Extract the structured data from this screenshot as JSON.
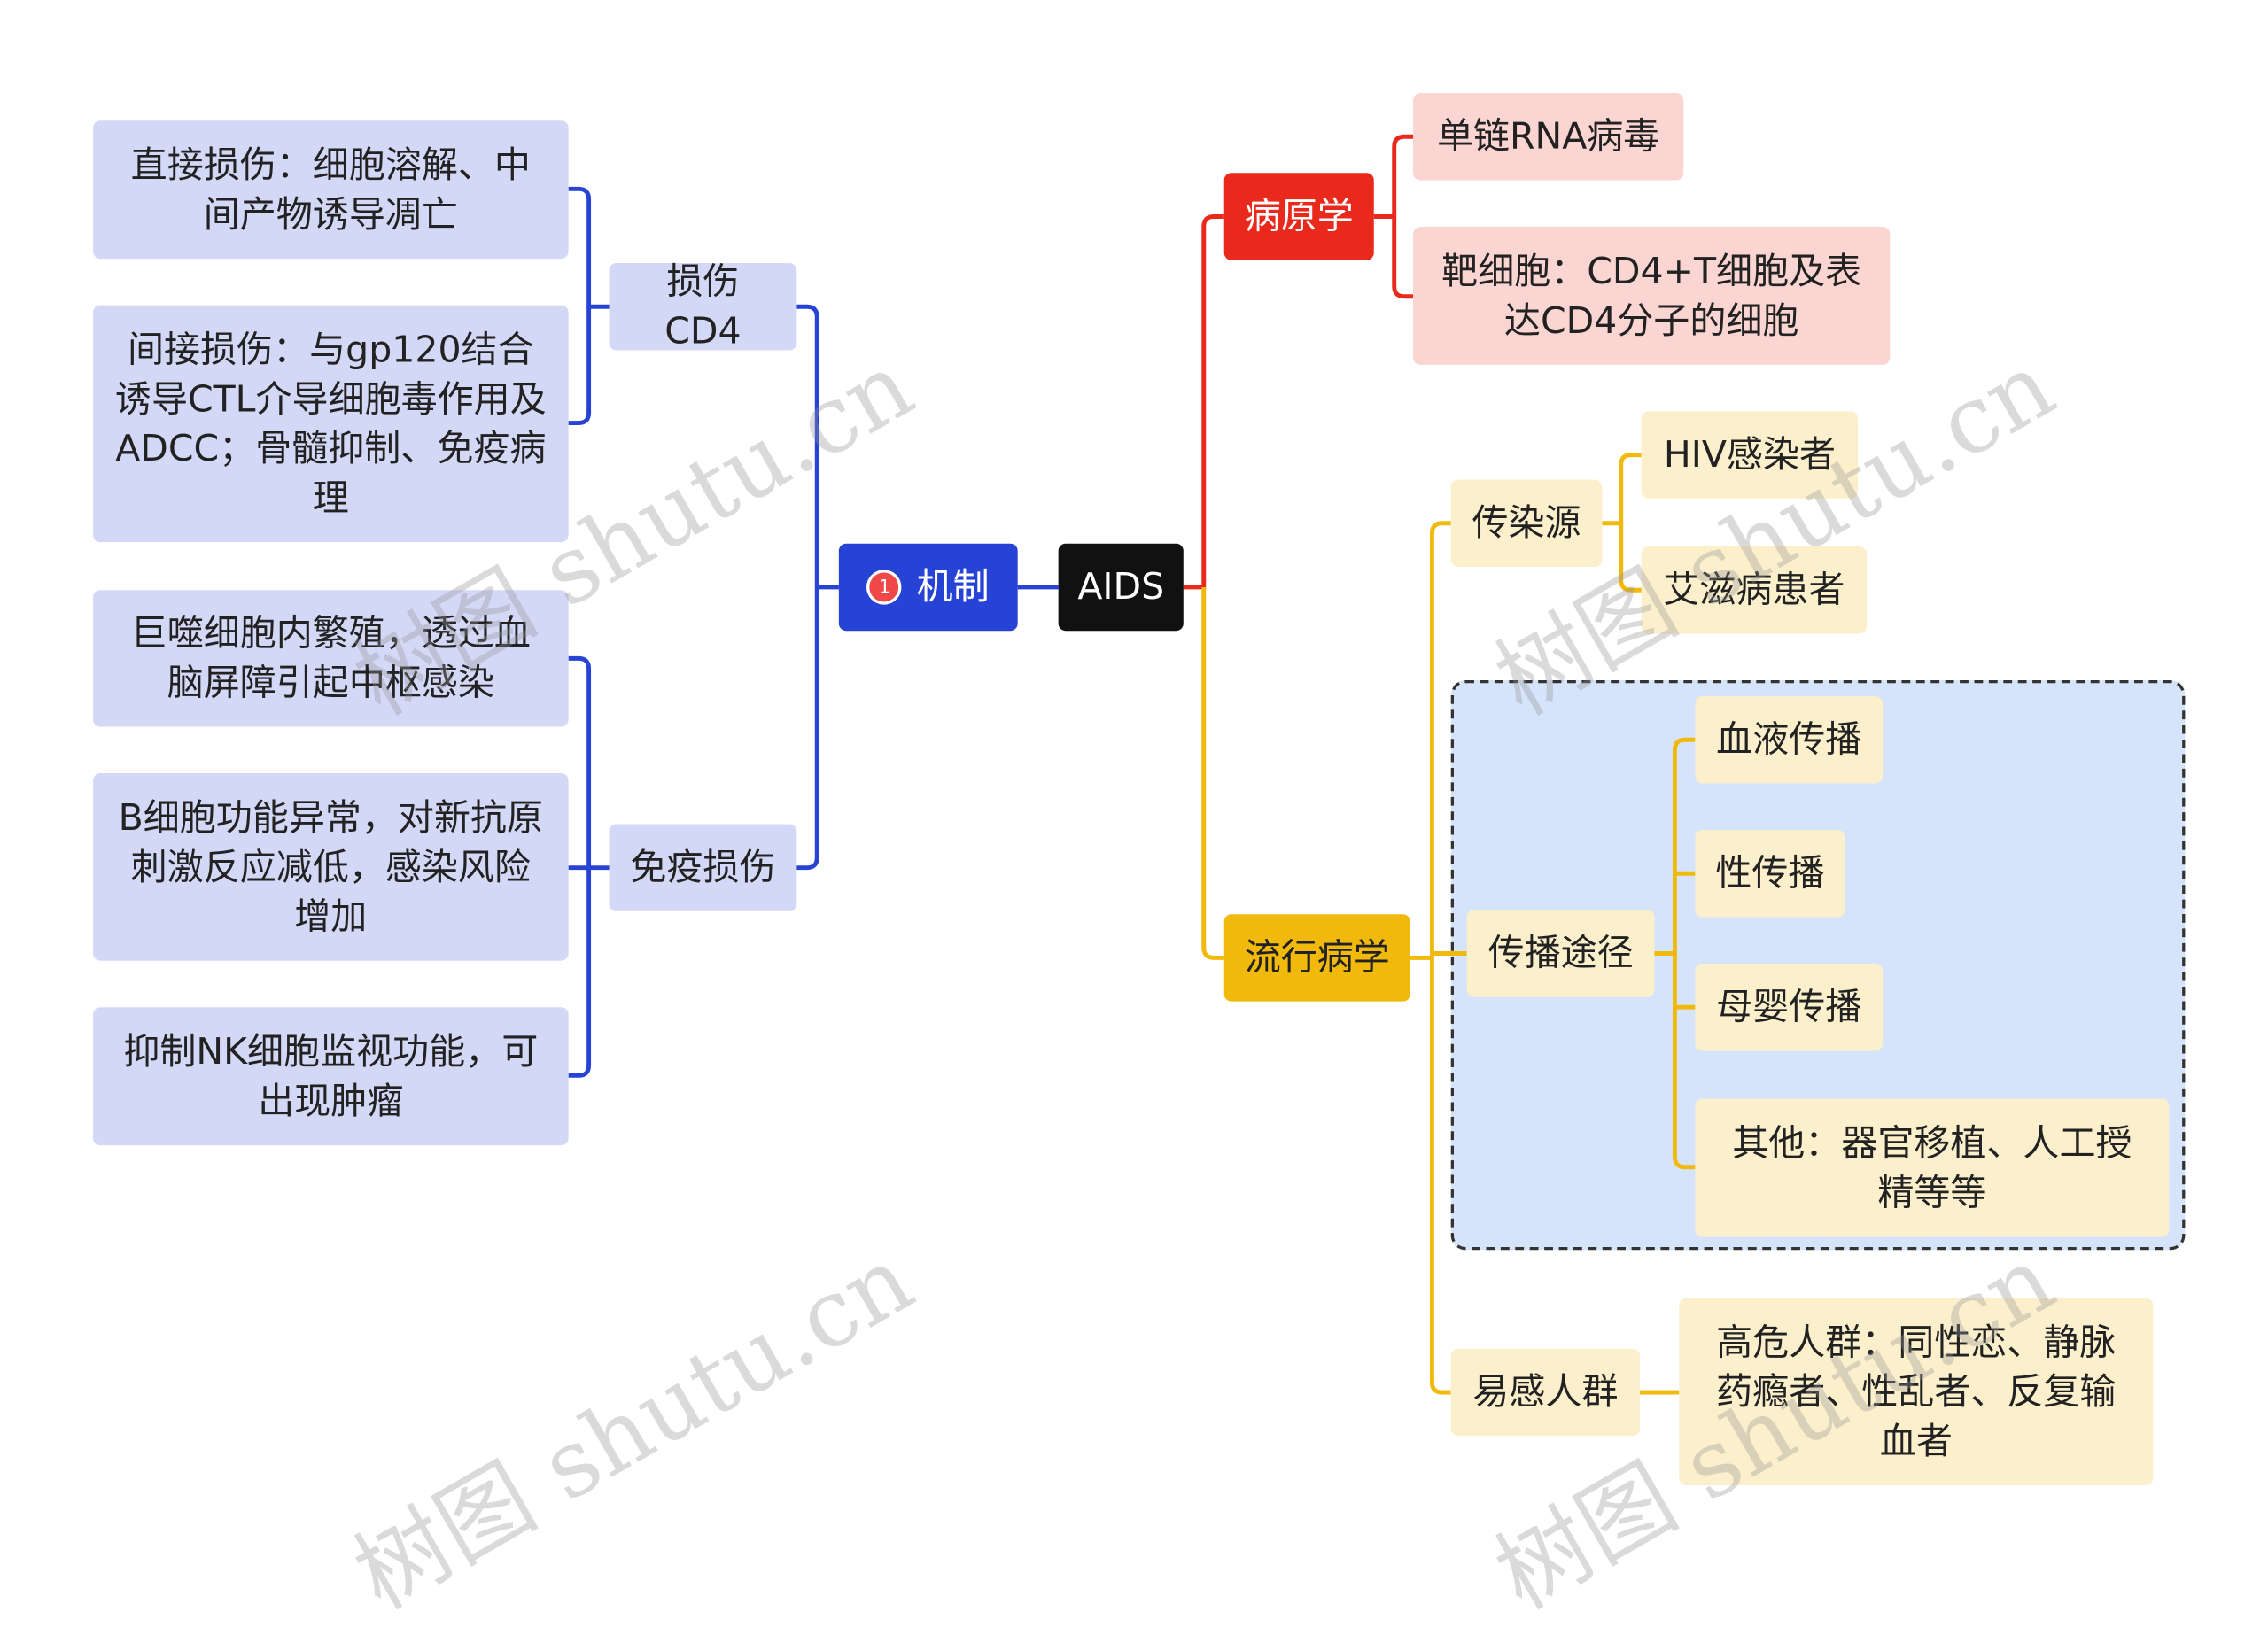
{
  "root": {
    "label": "AIDS"
  },
  "mechanism": {
    "label": "机制",
    "badge": "1",
    "branches": [
      {
        "label": "损伤CD4",
        "children": [
          "直接损伤：细胞溶解、中间产物诱导凋亡",
          "间接损伤：与gp120结合诱导CTL介导细胞毒作用及ADCC；骨髓抑制、免疫病理"
        ]
      },
      {
        "label": "免疫损伤",
        "children": [
          "巨噬细胞内繁殖，透过血脑屏障引起中枢感染",
          "B细胞功能异常，对新抗原刺激反应减低，感染风险增加",
          "抑制NK细胞监视功能，可出现肿瘤"
        ]
      }
    ]
  },
  "etiology": {
    "label": "病原学",
    "children": [
      "单链RNA病毒",
      "靶细胞：CD4+T细胞及表达CD4分子的细胞"
    ]
  },
  "epidemiology": {
    "label": "流行病学",
    "source": {
      "label": "传染源",
      "children": [
        "HIV感染者",
        "艾滋病患者"
      ]
    },
    "route": {
      "label": "传播途径",
      "children": [
        "血液传播",
        "性传播",
        "母婴传播",
        "其他：器官移植、人工授精等等"
      ]
    },
    "susceptible": {
      "label": "易感人群",
      "children": [
        "高危人群：同性恋、静脉药瘾者、性乱者、反复输血者"
      ]
    }
  },
  "watermark": "树图 shutu.cn",
  "colors": {
    "mechanism": "#2743d6",
    "etiology": "#e8291c",
    "epidemiology": "#f0b90b",
    "root": "#111111"
  }
}
